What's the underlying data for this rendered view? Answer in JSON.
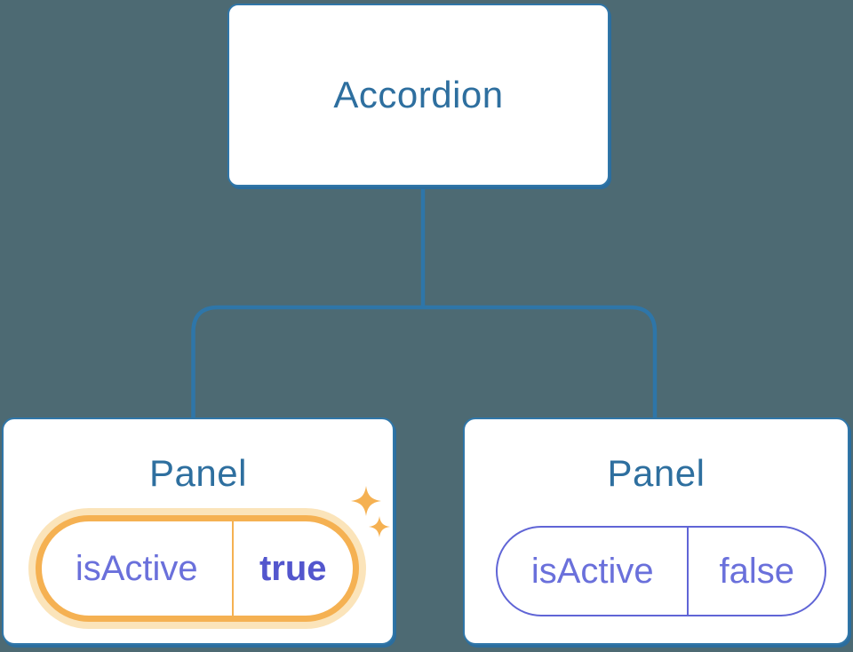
{
  "diagram": {
    "description": "React component tree: Accordion parent with two Panel children showing isActive state",
    "root": {
      "label": "Accordion"
    },
    "panels": [
      {
        "label": "Panel",
        "prop": {
          "name": "isActive",
          "value": "true"
        },
        "highlighted": true,
        "highlight_icon": "sparkles-icon"
      },
      {
        "label": "Panel",
        "prop": {
          "name": "isActive",
          "value": "false"
        },
        "highlighted": false
      }
    ],
    "colors": {
      "background": "#4D6A73",
      "node_background": "#FFFFFF",
      "node_border_blue": "#3076A8",
      "node_border_blue_dark": "#2B6D9E",
      "connector_blue": "#2E76A9",
      "node_text_blue": "#2E6F9F",
      "prop_text_purple": "#6A70DB",
      "prop_value_purple_bold": "#5356CD",
      "pill_border_purple": "#6065D6",
      "highlight_orange": "#F5B152",
      "highlight_halo": "#FBE4BA"
    }
  }
}
